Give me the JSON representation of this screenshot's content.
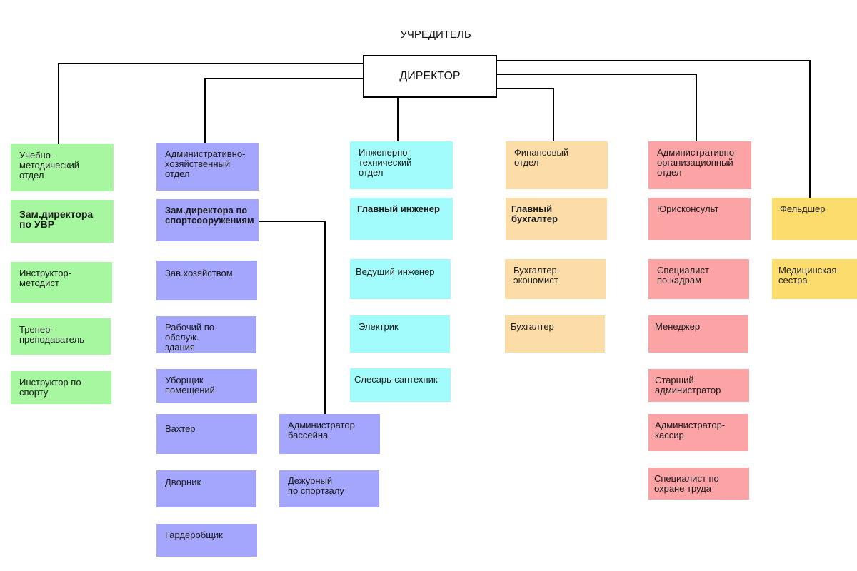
{
  "founder": "УЧРЕДИТЕЛЬ",
  "director": "ДИРЕКТОР",
  "colors": {
    "green": "#a6f7a0",
    "blue": "#a3a6fc",
    "cyan": "#a2fcfb",
    "orange": "#fcdda7",
    "pink": "#fca3a6",
    "yellow": "#fcdc6c"
  },
  "departments": {
    "methodical": {
      "head": "Учебно-\nметодический\nотдел",
      "deputy": "Зам.директора\nпо УВР",
      "staff": [
        "Инструктор-\nметодист",
        "Тренер-\nпреподаватель",
        "Инструктор по\nспорту"
      ]
    },
    "admin_econ": {
      "head": "Административно-\nхозяйственный\nотдел",
      "deputy": "Зам.директора по\nспортсооружениям",
      "staff": [
        "Зав.хозяйством",
        "Рабочий по обслуж.\nздания",
        "Уборщик\nпомещений",
        "Вахтер",
        "Дворник",
        "Гардеробщик"
      ],
      "sub_staff": [
        "Администратор\nбассейна",
        "Дежурный\nпо спортзалу"
      ]
    },
    "engineering": {
      "head": "Инженерно-\nтехнический\nотдел",
      "chief": "Главный инженер",
      "staff": [
        "Ведущий инженер",
        "Электрик",
        "Слесарь-сантехник"
      ]
    },
    "finance": {
      "head": "Финансовый\nотдел",
      "chief": "Главный\nбухгалтер",
      "staff": [
        "Бухгалтер-\nэкономист",
        "Бухгалтер"
      ]
    },
    "admin_org": {
      "head": "Административно-\nорганизационный\nотдел",
      "staff": [
        "Юрисконсульт",
        "Специалист\nпо кадрам",
        "Менеджер",
        "Старший\nадминистратор",
        "Администратор-\nкассир",
        "Специалист по\nохране труда"
      ]
    },
    "medical": {
      "staff": [
        "Фельдшер",
        "Медицинская\nсестра"
      ]
    }
  }
}
